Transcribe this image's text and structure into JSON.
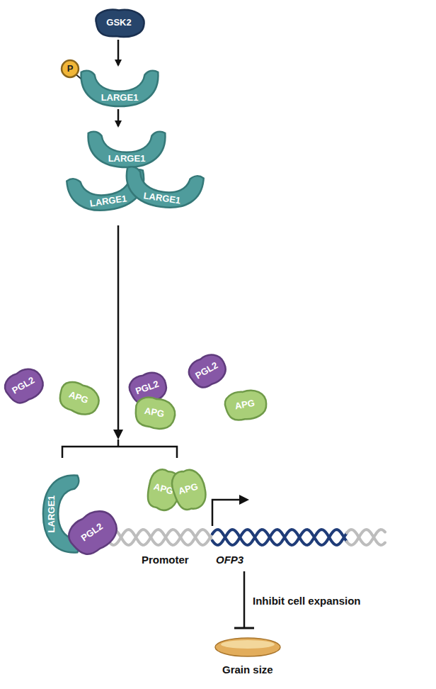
{
  "diagram": {
    "nodes": [
      {
        "text": [
          "GSK2"
        ]
      },
      {
        "text": [
          "P"
        ]
      },
      {
        "text": [
          "LARGE1"
        ]
      },
      {
        "text": [
          "LARGE1"
        ]
      },
      {
        "text": [
          "LARGE1"
        ]
      },
      {
        "text": [
          "LARGE1"
        ]
      },
      {
        "text": [
          "PGL2"
        ]
      },
      {
        "text": [
          "APG"
        ]
      },
      {
        "text": [
          "PGL2"
        ]
      },
      {
        "text": [
          "APG"
        ]
      },
      {
        "text": [
          "PGL2"
        ]
      },
      {
        "text": [
          "APG"
        ]
      },
      {
        "text": [
          "LARGE1"
        ]
      },
      {
        "text": [
          "PGL2"
        ]
      },
      {
        "text": [
          "APG"
        ]
      },
      {
        "text": [
          "APG"
        ]
      }
    ],
    "edges": [
      {
        "from": 0,
        "to": 2,
        "arrow": "to"
      },
      {
        "from": 2,
        "to": 3,
        "arrow": "to"
      }
    ],
    "labels": [
      "Promoter",
      "OFP3",
      "Inhibit cell expansion",
      "Grain size"
    ]
  }
}
